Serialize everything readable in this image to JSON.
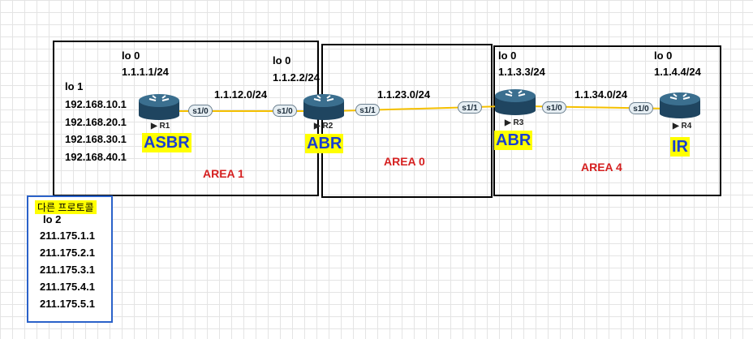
{
  "areas": {
    "area1": "AREA 1",
    "area0": "AREA 0",
    "area4": "AREA 4"
  },
  "colors": {
    "link": "#f5c000",
    "area_label": "#d52020",
    "role_text": "#1a3fcf",
    "highlight": "#ffff00",
    "router_body": "#2f5d7a"
  },
  "routers": {
    "r1": {
      "name": "R1",
      "role": "ASBR",
      "lo0_label": "lo 0",
      "lo0_ip": "1.1.1.1/24",
      "icon": "router-icon"
    },
    "r2": {
      "name": "R2",
      "role": "ABR",
      "lo0_label": "lo 0",
      "lo0_ip": "1.1.2.2/24",
      "icon": "router-icon"
    },
    "r3": {
      "name": "R3",
      "role": "ABR",
      "lo0_label": "lo 0",
      "lo0_ip": "1.1.3.3/24",
      "icon": "router-icon"
    },
    "r4": {
      "name": "R4",
      "role": "IR",
      "lo0_label": "lo 0",
      "lo0_ip": "1.1.4.4/24",
      "icon": "router-icon"
    }
  },
  "r1_lo1": {
    "label": "lo 1",
    "addresses": [
      "192.168.10.1",
      "192.168.20.1",
      "192.168.30.1",
      "192.168.40.1"
    ]
  },
  "links": {
    "l12": {
      "network": "1.1.12.0/24",
      "a_port": "s1/0",
      "b_port": "s1/0"
    },
    "l23": {
      "network": "1.1.23.0/24",
      "a_port": "s1/1",
      "b_port": "s1/1"
    },
    "l34": {
      "network": "1.1.34.0/24",
      "a_port": "s1/0",
      "b_port": "s1/0"
    }
  },
  "other_protocol": {
    "title": "다른 프로토콜",
    "label": "lo 2",
    "addresses": [
      "211.175.1.1",
      "211.175.2.1",
      "211.175.3.1",
      "211.175.4.1",
      "211.175.5.1"
    ]
  }
}
